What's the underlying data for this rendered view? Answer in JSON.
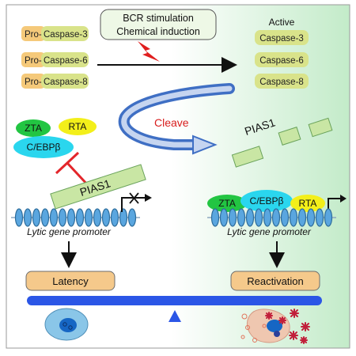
{
  "stimulus": {
    "line1": "BCR stimulation",
    "line2": "Chemical induction",
    "bolt_color": "#e01e1e"
  },
  "pro_caspases": [
    {
      "pro": "Pro-",
      "name": "Caspase-3"
    },
    {
      "pro": "Pro-",
      "name": "Caspase-6"
    },
    {
      "pro": "Pro-",
      "name": "Caspase-8"
    }
  ],
  "active": {
    "title": "Active",
    "caspases": [
      "Caspase-3",
      "Caspase-6",
      "Caspase-8"
    ]
  },
  "cleave_label": "Cleave",
  "pias1_label": "PIAS1",
  "pias1_fragment_label": "PIAS1",
  "transcription_factors": {
    "zta": "ZTA",
    "rta": "RTA",
    "cebp": "C/EBPβ"
  },
  "promoter_label": "Lytic gene promoter",
  "latency_label": "Latency",
  "reactivation_label": "Reactivation",
  "colors": {
    "caspase_fill": "#d9e38a",
    "pro_fill": "#f5c97a",
    "zta": "#22c542",
    "rta": "#f3ef1a",
    "cebp": "#2ad6ee",
    "pias_fill": "#c9e6a4",
    "state_box": "#f5c98b",
    "seesaw": "#2b56e6",
    "cleave_text": "#d81d1d",
    "inhibit": "#e3262b",
    "dna": "#3a9bd6",
    "background_gradient_end": "#c3ebc9"
  },
  "icons": [
    "lightning-bolt-icon",
    "transcription-arrow-icon",
    "blocked-transcription-icon",
    "latent-cell-icon",
    "lytic-cell-icon",
    "fulcrum-icon"
  ]
}
